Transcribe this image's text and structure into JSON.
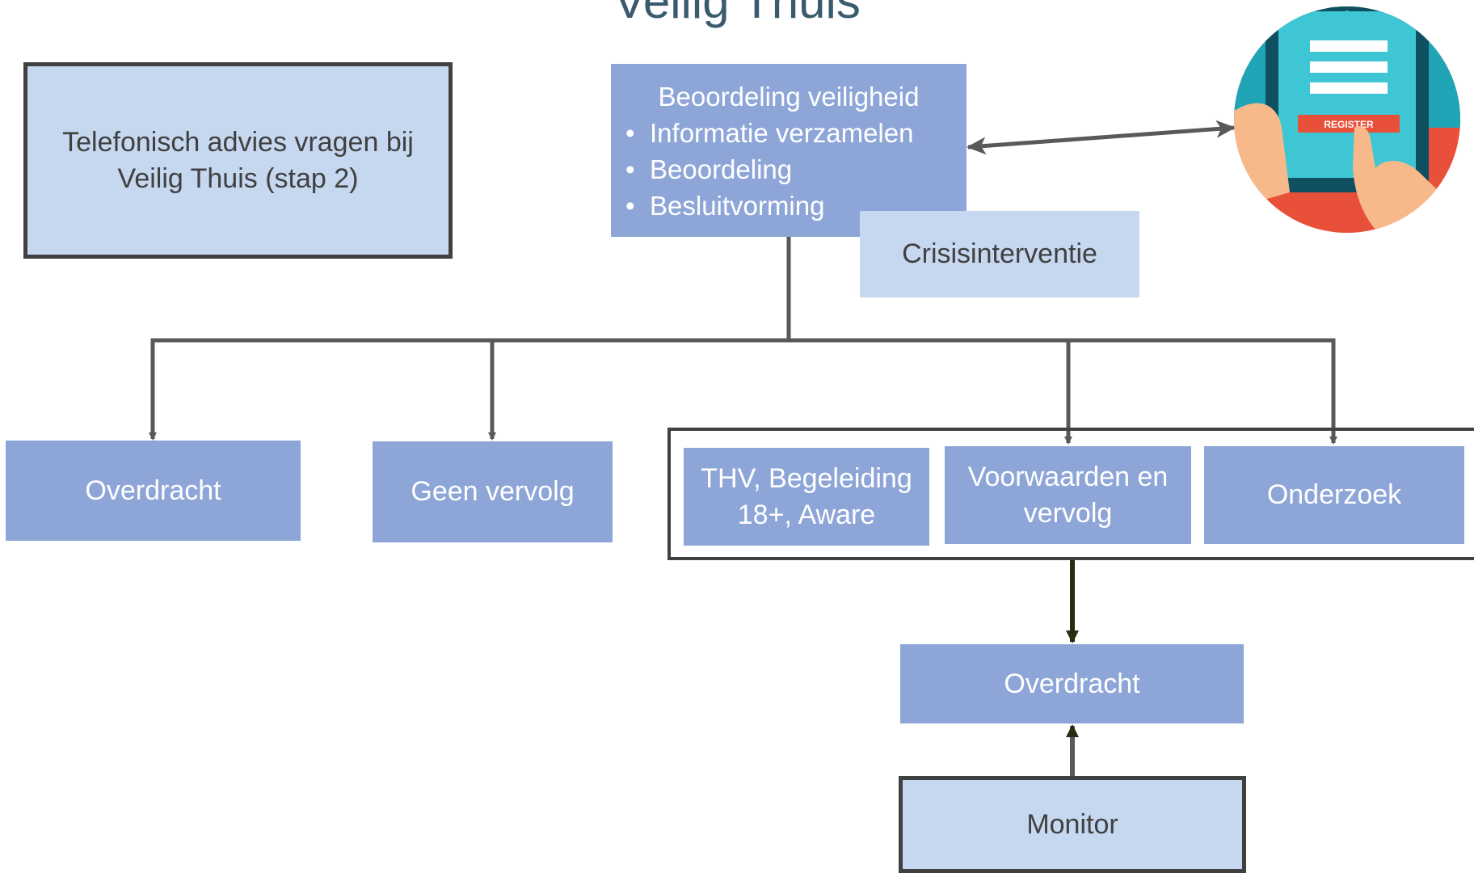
{
  "slide": {
    "title": "Veilig Thuis"
  },
  "advice_box": {
    "line1": "Telefonisch advies vragen bij",
    "line2": "Veilig Thuis (stap 2)"
  },
  "assessment": {
    "heading": "Beoordeling veiligheid",
    "bullets": [
      "Informatie verzamelen",
      "Beoordeling",
      "Besluitvorming"
    ]
  },
  "crisis": {
    "label": "Crisisinterventie"
  },
  "register_image": {
    "button_label": "REGISTER",
    "icon": "tablet-register-icon"
  },
  "outcomes": {
    "transfer": "Overdracht",
    "no_followup": "Geen vervolg",
    "thv": {
      "line1": "THV, Begeleiding",
      "line2": "18+, Aware"
    },
    "conditions": {
      "line1": "Voorwaarden en",
      "line2": "vervolg"
    },
    "investigation": "Onderzoek"
  },
  "handover": {
    "label": "Overdracht"
  },
  "monitor": {
    "label": "Monitor"
  },
  "colors": {
    "dark_box": "#8ea5d8",
    "light_box": "#c5d8f0",
    "line": "#595959",
    "title": "#3a5a6e"
  }
}
